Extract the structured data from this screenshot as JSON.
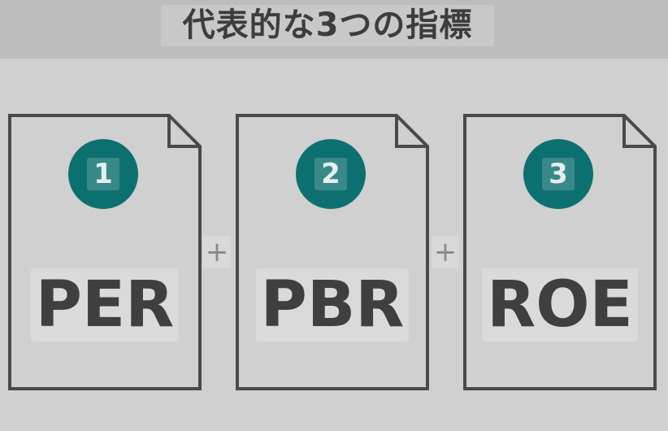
{
  "title": "代表的な3つの指標",
  "indicators": [
    {
      "number": "1",
      "name": "PER"
    },
    {
      "number": "2",
      "name": "PBR"
    },
    {
      "number": "3",
      "name": "ROE"
    }
  ],
  "operator": "+",
  "colors": {
    "accent": "#0d7070",
    "text": "#3f3f3f",
    "background": "#d0d0d0",
    "header": "#bdbdbd"
  }
}
